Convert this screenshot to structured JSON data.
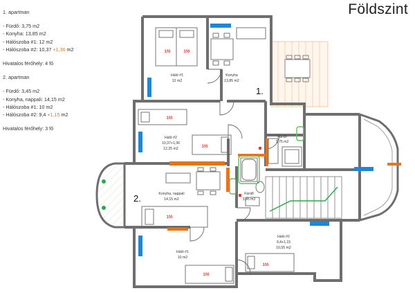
{
  "title": "Földszint",
  "apt1": {
    "heading": "1. apartman",
    "lines": [
      "- Fürdő: 3,75 m2",
      "- Konyha: 13,85 m2",
      "- Hálószoba #1: 12 m2"
    ],
    "line4_prefix": "- Hálószoba #2: 10,37 ",
    "line4_extra": "+1,36",
    "line4_suffix": " m2",
    "capacity": "Hivatalos férőhely: 4 fő"
  },
  "apt2": {
    "heading": "2. apartman",
    "lines": [
      "- Fürdő: 3,45 m2",
      "- Konyha, nappali: 14,15 m2",
      "- Hálószoba #1: 10 m2"
    ],
    "line4_prefix": "- Hálószoba #2: 9,4 ",
    "line4_extra": "+1,15",
    "line4_suffix": " m2",
    "capacity": "Hivatalos férőhely: 3 fő"
  },
  "plan": {
    "apartment_numbers": [
      "1.",
      "2."
    ],
    "rooms": [
      {
        "name": "Háló #1",
        "area": "12 m2"
      },
      {
        "name": "Konyha",
        "area": "13,85 m2"
      },
      {
        "name": "Háló #2",
        "area": "10,37+1,36",
        "area2": "12,25 m2"
      },
      {
        "name": "Fürdő",
        "area": "3,75 m2"
      },
      {
        "name": "Konyha, nappali",
        "area": "14,15 m2"
      },
      {
        "name": "Fürdő",
        "area": "3,45 m2"
      },
      {
        "name": "Háló #2",
        "area": "9,4+1,15",
        "area2": "10,55 m2"
      },
      {
        "name": "Háló #1",
        "area": "10 m2"
      }
    ],
    "bed_label": "1fő",
    "colors": {
      "wall": "#6e6e6e",
      "orange": "#e8741a",
      "blue": "#1e88d8",
      "red": "#e53935",
      "green": "#5fbf6b",
      "terrace": "#f3c8a0"
    }
  }
}
